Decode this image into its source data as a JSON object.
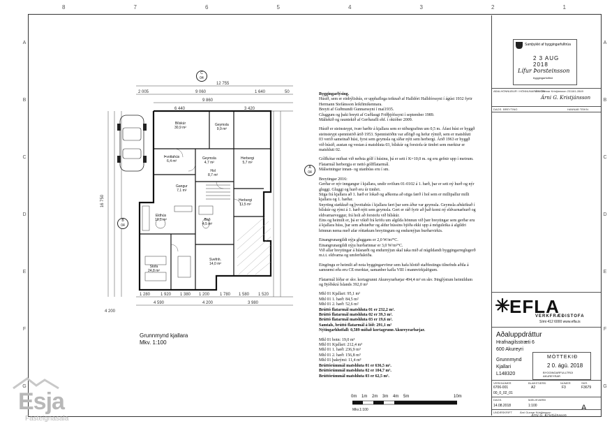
{
  "ruler": {
    "top": [
      "8",
      "7",
      "6",
      "5",
      "4",
      "3",
      "2",
      "1"
    ],
    "side": [
      "A",
      "B",
      "C",
      "D",
      "E",
      "F",
      "G"
    ]
  },
  "plan": {
    "title": "Grunnmynd kjallara",
    "scale": "Mkv. 1:100",
    "dims": {
      "top_total": "12 755",
      "top_row": [
        "2 005",
        "9 060",
        "1 640",
        "50"
      ],
      "second_row": "9 860",
      "third_row": [
        "6 440",
        "3 420"
      ],
      "bottom_row": [
        "1 280",
        "1 920",
        "1 380",
        "1 200",
        "1 780",
        "1 580",
        "1 520"
      ],
      "bottom_row2": [
        "4 590",
        "4 200",
        "3 980"
      ],
      "bottom_total": "4 200",
      "left_total": "16 750"
    },
    "rooms": [
      {
        "name": "Bílskúr",
        "area": "30,9 m²"
      },
      {
        "name": "Geymsla",
        "area": "9,9 m²"
      },
      {
        "name": "Herbergi",
        "area": "5,7 m²"
      },
      {
        "name": "Geymsla",
        "area": "4,7 m²"
      },
      {
        "name": "Þvottahús",
        "area": "6,4 m²"
      },
      {
        "name": "Eldhús",
        "area": "10,1 m²"
      },
      {
        "name": "Stofa",
        "area": "24,8 m²"
      },
      {
        "name": "Svefnh.",
        "area": "14,0 m²"
      },
      {
        "name": "Bað",
        "area": "4,5 m²"
      },
      {
        "name": "Herbergi",
        "area": "11,5 m²"
      },
      {
        "name": "Hol",
        "area": "8,7 m²"
      },
      {
        "name": "Gangur",
        "area": "7,1 m²"
      }
    ],
    "section_marks": [
      {
        "letter": "C",
        "sheet": "04"
      },
      {
        "letter": "A",
        "sheet": "04"
      },
      {
        "letter": "B",
        "sheet": "04"
      }
    ]
  },
  "notes": {
    "heading": "Byggingarlýsing.",
    "paragraphs": [
      "Húsið, sem er einbýlishús, er upphaflega teiknað af Halldóri Halldórssyni í ágúst 1932 fyrir Hermann Stefánsson leikfimikennara.",
      "Breytt af Guðmundi Gunnarssyni í maí1935.",
      "Gluggum og þaki breytt af Guðlaugi Friðþjófssyni í september 1989.",
      "Máltekið og rauntekið af Gerðarafli ehf. í október 2009.",
      "Húsið er steinsteypt, tvær hæðir á kjallara sem er niðurgrafinn um 0,5 m. Áfast húsi er byggð steinsteypt spennistöð árið 1953. Spennistöðin var aflögð og hefur rýmið, sem er matshluti 03 verið sameinað húsi, fyrst sem geymsla og síðar nýtt sem herbergi. Árið 1963 er byggð við húsið, austan og vestan á matshluta 03, bílskúr og forstofa úr timbri sem merktur er matshluti 02.",
      "Gólfkótar miðast við neðsta gólf í húsinu, þá er sett í K=10,0 m. og eru gefnir upp í metrum.",
      "Flatarmál herbergja er nettó gólfflatarmál.",
      "Málsetningar innan- og utanbúss eru í sm."
    ],
    "changes_heading": "Breytingar 2016:",
    "changes": [
      "Gerðar er nýr inngangur í kjallara, undir svölum 01-0102 á 1. hæð, þar er sett ný hurð og nýr gluggi. Gluggi og hurð eru úr timbri.",
      "Stiga frá kjallara að 1. hæð er lokað og aðkoma að stiga færð í hol sem er millipallur milli kjallara og 1. hæðar.",
      "Snyrting stækkuð og þvottahús í kjallara fært þar sem áður var geymsla. Geymsla aðskökuð í bílskúr og rými á 1. hæð nýtt sem geymsla. Gert er ráð fyrir að það komi ný eldvarnarhurð og eldvarnarveggur, frá holi að forstofu við bílskúr.",
      "Eins og heimilt er, þá er vikið frá kröfu um algilda hönnun við þær breytingar sem gerðar eru á kjallara húss, þar sem aðstæður og aldur hússins bjóða ekki upp á möguleika á algildri hönnun nema með afar róttækum breytingum og endurnýjun burðarvirkis."
    ],
    "insulation": [
      "Einangrunargildi nýja gluggans er 2,0 W/m²°C.",
      "Einangrunargildi nýju hurðarinnar er 3,0 W/m²°C.",
      "Við allar breytingar á húsnæði og endurnýjun skal taka mið af núgildandi byggingarreglugerð m.t.t. eldvarna og umferðaleiða."
    ],
    "materials": "Eingöngu er heimilt að nota byggingarvörur sem hafa hlotið staðfestingu tilnefnds aðila á samræmi eða eru CE-merktar, samanber kafla VIII í mannvirkjalögum.",
    "floor_area_intro": "Flatarmál lóðar er skv. kortagrunni Akureyrarbæjar 494,4 m² en skv. Þinglýstum heimildum og Þjóðskrá Íslands 392,0 m²",
    "floor_areas": [
      {
        "label": "Mhl 01 Kjallari:",
        "value": "95,1 m²",
        "bold": false
      },
      {
        "label": "Mhl 01 1. hæð:",
        "value": "84,5 m²",
        "bold": false
      },
      {
        "label": "Mhl 01 2. hæð:",
        "value": "52,6 m²",
        "bold": false
      },
      {
        "label": "Brúttó flatarmál matshluta 01 er 232,2 m².",
        "value": "",
        "bold": true
      },
      {
        "label": "Brúttó flatarmál matshluta 02 er 39,3 m².",
        "value": "",
        "bold": true
      },
      {
        "label": "Brúttó flatarmál matshluta 03 er 19,6 m².",
        "value": "",
        "bold": true
      },
      {
        "label": "Samtals, brúttó flatarmál á lóð: 291,1 m²",
        "value": "",
        "bold": true
      },
      {
        "label": "Nýtingarhlutfall: 0,589 miðað kortagrunn Akureyrarbæjar.",
        "value": "",
        "bold": true
      }
    ],
    "volumes": [
      {
        "label": "Mhl 01 botn:",
        "value": "19,0 m³",
        "bold": false
      },
      {
        "label": "Mhl 01 Kjallari:",
        "value": "212,4 m³",
        "bold": false
      },
      {
        "label": "Mhl 01 1. hæð:",
        "value": "236,9 m³",
        "bold": false
      },
      {
        "label": "Mhl 01 2. hæð:",
        "value": "156,8 m³",
        "bold": false
      },
      {
        "label": "Mhl 01 þakrými:",
        "value": "11,4 m³",
        "bold": false
      },
      {
        "label": "Brúttórúmmál matshluta 01 er 636,5 m³.",
        "value": "",
        "bold": true
      },
      {
        "label": "Brúttórúmmál matshluta 02 er 104,7 m³.",
        "value": "",
        "bold": true
      },
      {
        "label": "Brúttórúmmál matshluta 03 er 62,5 m³.",
        "value": "",
        "bold": true
      }
    ]
  },
  "scale_bar": {
    "labels": [
      "0m",
      "1m",
      "2m",
      "3m",
      "4m",
      "5m",
      "10m"
    ],
    "unit": "Mkv.1:100"
  },
  "title_block": {
    "stamp1_line": "Samþykkt af byggingarfulltrúa",
    "stamp1_date": "2 3 AUG 2018",
    "stamp1_sig": "Lífur Þorsteinsson",
    "stamp1_caption": "byggingarfulltrúi",
    "designer_label": "AÐALHÖNNUÐUR / HÖNNUNARSTJÓRI",
    "designer": "Árni Gunnar Kristjánsson 231161-2849",
    "designer_sig": "Árni G. Kristjánsson",
    "rev_header": [
      "DAGS.",
      "BREYTING",
      "HANNAÐ TEIKN."
    ],
    "company": "EFLA",
    "company_sub": "VERKFRÆÐISTOFA",
    "company_contact": "Sími 412 6000 www.efla.is",
    "drawing_title": "Aðaluppdráttur",
    "address1": "Hrafnagilsstræti 6",
    "address2": "600 Akureyri",
    "sheet_name1": "Grunnmynd",
    "sheet_name2": "Kjallari",
    "landnr": "L148320",
    "stamp2_head": "MÓTTEKIÐ",
    "stamp2_date": "2 0. ágú. 2018",
    "stamp2_caption": "BYGGINGARFULLTRÚI AKUREYRAR",
    "meta_labels": [
      "VERKNÚMER",
      "BLAÐSTÆRÐ",
      "NÚMER",
      "SKR."
    ],
    "meta_values": [
      "6706-001",
      "A2",
      "F3",
      "F3679"
    ],
    "sheet_no": "00_0_02_01",
    "date_label": "DAGS.",
    "scale_label": "MÆLIKVARÐI",
    "date": "14.08.2018",
    "scale": "1:100",
    "sign_label": "UNDIRSKRIFT",
    "signer": "Árni Gunnar Kristjánsson",
    "signer_kt": "231161-2849",
    "sign_sig": "Árni G. Kristjánsson",
    "rev": "A"
  },
  "watermark": {
    "word": "Esja",
    "sub": "Fasteignasala"
  }
}
